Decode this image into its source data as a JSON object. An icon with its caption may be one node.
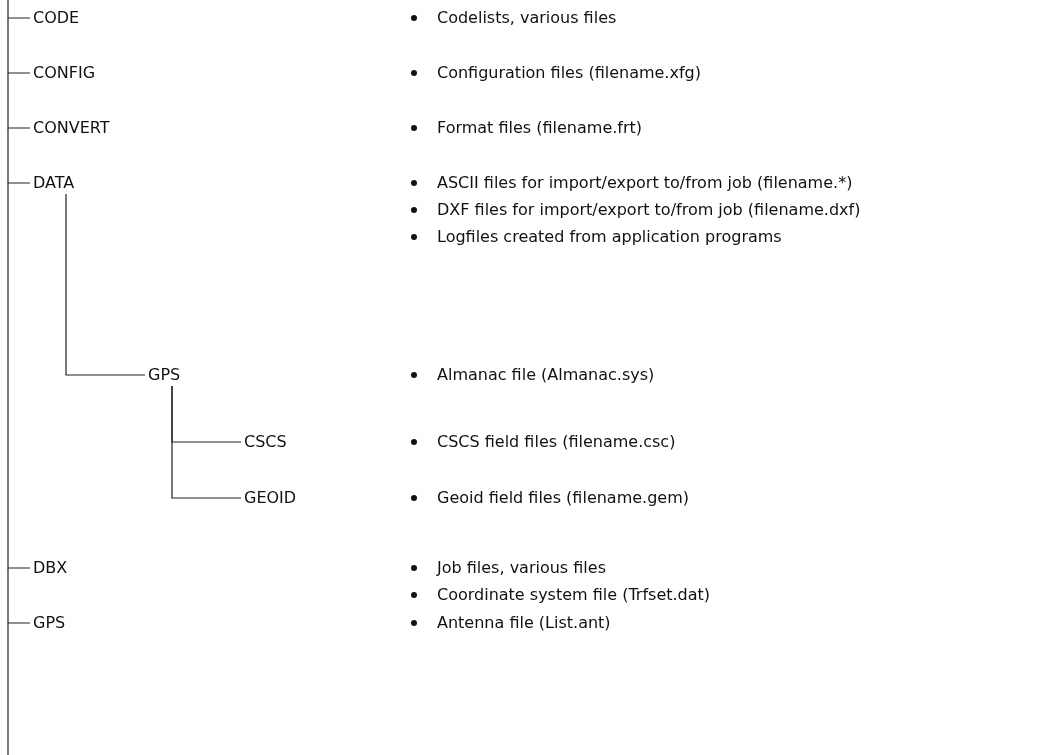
{
  "diagram": {
    "nodes": [
      {
        "text": [
          "CODE"
        ]
      },
      {
        "text": [
          "CONFIG"
        ]
      },
      {
        "text": [
          "CONVERT"
        ]
      },
      {
        "text": [
          "DATA"
        ]
      },
      {
        "text": [
          "GPS"
        ]
      },
      {
        "text": [
          "CSCS"
        ]
      },
      {
        "text": [
          "GEOID"
        ]
      },
      {
        "text": [
          "DBX"
        ]
      },
      {
        "text": [
          "GPS"
        ]
      }
    ],
    "edges": [
      {
        "from": null,
        "to": 0,
        "arrow": "none"
      },
      {
        "from": null,
        "to": 1,
        "arrow": "none"
      },
      {
        "from": null,
        "to": 2,
        "arrow": "none"
      },
      {
        "from": null,
        "to": 3,
        "arrow": "none"
      },
      {
        "from": 3,
        "to": 4,
        "arrow": "none"
      },
      {
        "from": 4,
        "to": 5,
        "arrow": "none"
      },
      {
        "from": 4,
        "to": 6,
        "arrow": "none"
      },
      {
        "from": null,
        "to": 7,
        "arrow": "none"
      },
      {
        "from": null,
        "to": 8,
        "arrow": "none"
      }
    ],
    "labels": [
      "Codelists, various files",
      "Configuration files (filename.xfg)",
      "Format files (filename.frt)",
      "ASCII files for import/export to/from job (filename.*)",
      "DXF files for import/export to/from job (filename.dxf)",
      "Logfiles created from application programs",
      "Almanac file (Almanac.sys)",
      "CSCS field files (filename.csc)",
      "Geoid field files (filename.gem)",
      "Job files, various files",
      "Coordinate system file (Trfset.dat)",
      "Antenna file (List.ant)"
    ]
  }
}
